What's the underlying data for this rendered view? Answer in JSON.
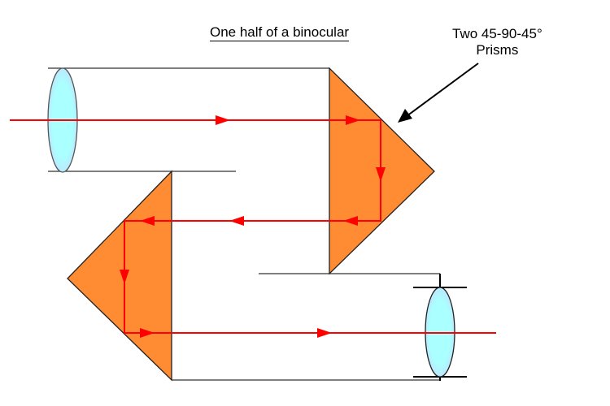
{
  "title": "One half of a binocular",
  "label": {
    "line1": "Two 45-90-45°",
    "line2": "Prisms"
  },
  "colors": {
    "ray": "#ff0000",
    "prism": "#ff8c33",
    "lens": "#aaffff",
    "outline": "#000000"
  }
}
